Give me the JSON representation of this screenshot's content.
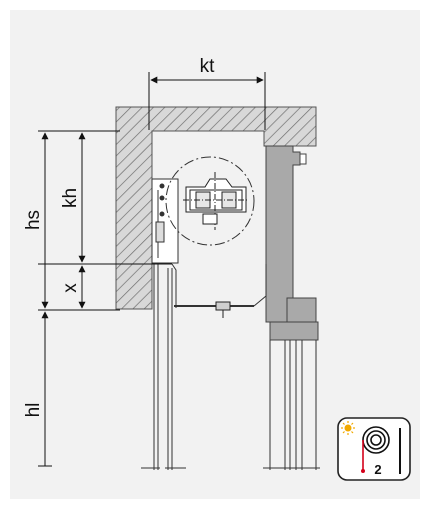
{
  "labels": {
    "kt": "kt",
    "hs": "hs",
    "kh": "kh",
    "x": "x",
    "hl": "hl"
  },
  "badge": {
    "number": "2",
    "icon": "roller-coil-sun-icon"
  },
  "colors": {
    "background_panel": "#f2f2f2",
    "wall_hatch": "#7a7a7a",
    "frame_gray": "#a9a9a9",
    "line": "#111111",
    "badge_sun": "#f2a900",
    "badge_cord": "#d4001a"
  }
}
